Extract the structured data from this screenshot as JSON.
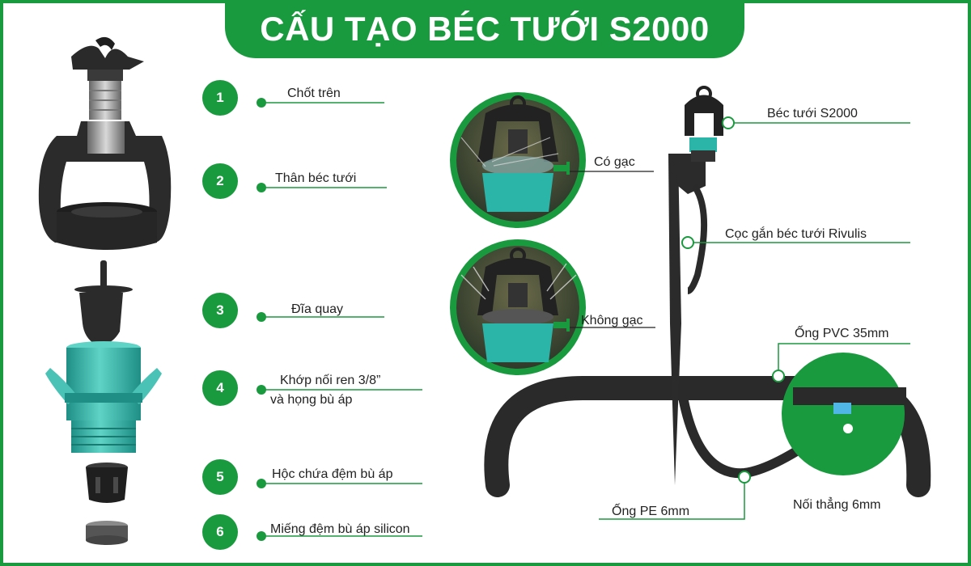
{
  "title": "CẤU TẠO BÉC TƯỚI S2000",
  "parts": [
    {
      "number": "1",
      "label": "Chốt trên"
    },
    {
      "number": "2",
      "label": "Thân béc tưới"
    },
    {
      "number": "3",
      "label": "Đĩa quay"
    },
    {
      "number": "4",
      "label_line1": "Khớp nối ren 3/8”",
      "label_line2": "và họng bù áp"
    },
    {
      "number": "5",
      "label": "Hộc chứa đệm bù áp"
    },
    {
      "number": "6",
      "label": "Miếng đệm bù áp silicon"
    }
  ],
  "insets": [
    {
      "label": "Có gạc"
    },
    {
      "label": "Không gạc"
    }
  ],
  "assembly_labels": {
    "sprinkler": "Béc tưới S2000",
    "stake": "Cọc gắn béc tưới Rivulis",
    "pvc_pipe": "Ống PVC 35mm",
    "pe_tube": "Ống PE 6mm",
    "connector": "Nối thẳng 6mm"
  },
  "colors": {
    "brand_green": "#1a9a3e",
    "teal": "#2bb5a8",
    "dark": "#2a2a2a"
  }
}
